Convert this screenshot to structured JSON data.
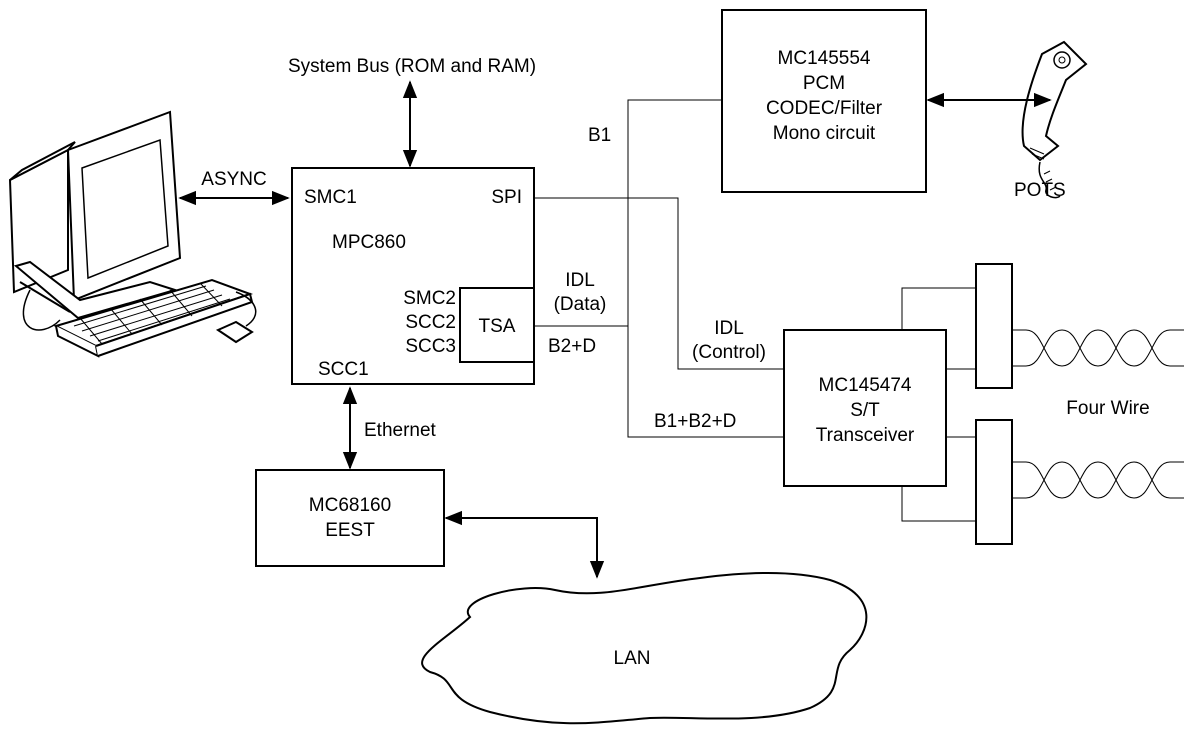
{
  "system_bus": "System Bus (ROM and RAM)",
  "async": "ASYNC",
  "mpc860": {
    "name": "MPC860",
    "smc1": "SMC1",
    "spi": "SPI",
    "smc2": "SMC2",
    "scc2": "SCC2",
    "scc3": "SCC3",
    "scc1": "SCC1",
    "tsa": "TSA"
  },
  "codec": {
    "line1": "MC145554",
    "line2": "PCM",
    "line3": "CODEC/Filter",
    "line4": "Mono circuit"
  },
  "pots": "POTS",
  "b1": "B1",
  "idl_data": {
    "line1": "IDL",
    "line2": "(Data)"
  },
  "b2d": "B2+D",
  "idl_control": {
    "line1": "IDL",
    "line2": "(Control)"
  },
  "b1b2d": "B1+B2+D",
  "transceiver": {
    "line1": "MC145474",
    "line2": "S/T",
    "line3": "Transceiver"
  },
  "four_wire": "Four Wire",
  "ethernet": "Ethernet",
  "eest": {
    "line1": "MC68160",
    "line2": "EEST"
  },
  "lan": "LAN"
}
